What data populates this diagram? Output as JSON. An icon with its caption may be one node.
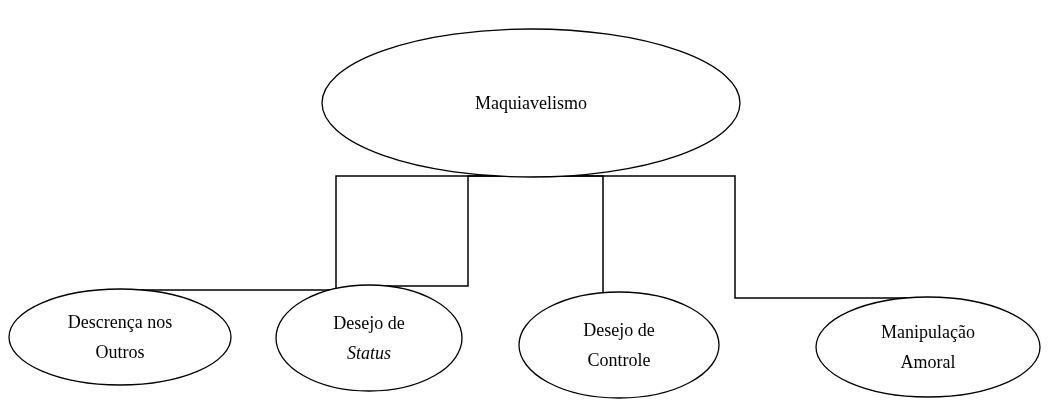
{
  "diagram": {
    "nodes": [
      {
        "text": [
          "Maquiavelismo"
        ]
      },
      {
        "text": [
          "Descrença nos Outros"
        ]
      },
      {
        "text": [
          "Desejo de *Status*"
        ]
      },
      {
        "text": [
          "Desejo de Controle"
        ]
      },
      {
        "text": [
          "Manipulação Amoral"
        ]
      }
    ],
    "edges": [
      {
        "from": 0,
        "to": 1,
        "arrow": "none"
      },
      {
        "from": 0,
        "to": 2,
        "arrow": "none"
      },
      {
        "from": 0,
        "to": 3,
        "arrow": "none"
      },
      {
        "from": 0,
        "to": 4,
        "arrow": "none"
      }
    ]
  }
}
